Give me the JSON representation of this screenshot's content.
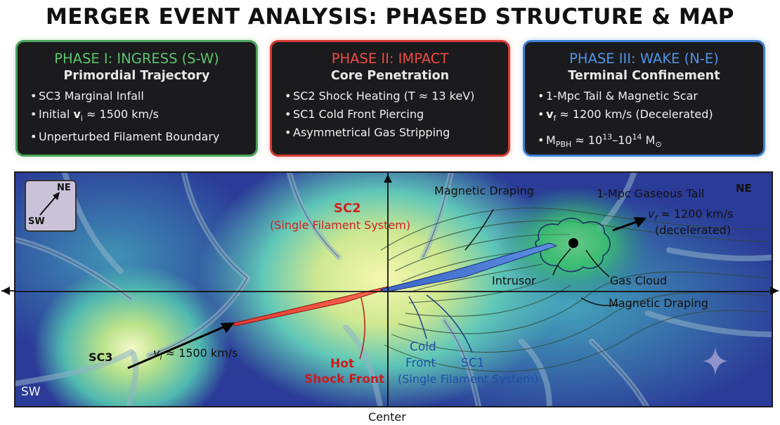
{
  "title": "MERGER EVENT ANALYSIS: PHASED STRUCTURE & MAP",
  "phases": [
    {
      "heading": "PHASE I: INGRESS (S-W)",
      "subheading": "Primordial Trajectory",
      "bullets": [
        "SC3 Marginal Infall",
        "Initial v_i ≈ 1500 km/s",
        "Unperturbed Filament Boundary"
      ]
    },
    {
      "heading": "PHASE II: IMPACT",
      "subheading": "Core Penetration",
      "bullets": [
        "SC2 Shock Heating (T ≈ 13 keV)",
        "SC1 Cold Front Piercing",
        "Asymmetrical Gas Stripping"
      ]
    },
    {
      "heading": "PHASE III: WAKE (N-E)",
      "subheading": "Terminal Confinement",
      "bullets": [
        "1-Mpc Tail & Magnetic Scar",
        "v_f ≈ 1200 km/s (Decelerated)",
        "M_PBH ≈ 10^13–10^14 M_⊙"
      ]
    }
  ],
  "compass": {
    "ne": "NE",
    "sw": "SW"
  },
  "map_labels": {
    "sc2": "SC2",
    "sc2_sub": "(Single Filament System)",
    "magnetic_draping_top": "Magnetic Draping",
    "gaseous_tail": "1-Mpc Gaseous Tail",
    "ne_corner": "NE",
    "vf": "v_f ≈ 1200 km/s",
    "vf_sub": "(decelerated)",
    "intrusor": "Intrusor",
    "gas_cloud": "Gas Cloud",
    "magnetic_draping_bottom": "Magnetic Draping",
    "sc3": "SC3",
    "vi": "v_i ≈ 1500 km/s",
    "hot": "Hot",
    "shock_front": "Shock Front",
    "cold": "Cold",
    "front": "Front",
    "sc1": "SC1",
    "sc1_sub": "(Single Filament System)",
    "sw_corner": "SW",
    "center": "Center"
  },
  "colors": {
    "phase1": "#4aa35a",
    "phase2": "#d63a34",
    "phase3": "#3e80d2",
    "map_background": "#2a3d9a"
  }
}
